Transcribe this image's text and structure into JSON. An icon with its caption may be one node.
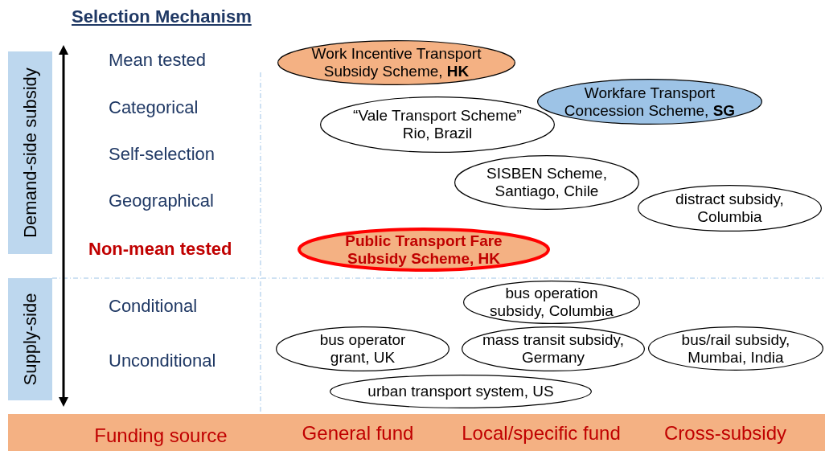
{
  "diagram": {
    "title": "Selection Mechanism",
    "nodes": [
      {
        "text": [
          "Demand-side subsidy"
        ]
      },
      {
        "text": [
          "Supply-side"
        ]
      },
      {
        "text": [
          "Work Incentive Transport Subsidy Scheme, **HK**"
        ]
      },
      {
        "text": [
          "Workfare Transport Concession Scheme, **SG**"
        ]
      },
      {
        "text": [
          "“Vale Transport Scheme” Rio, Brazil"
        ]
      },
      {
        "text": [
          "SISBEN Scheme, Santiago, Chile"
        ]
      },
      {
        "text": [
          "distract subsidy, Columbia"
        ]
      },
      {
        "text": [
          "Public Transport Fare Subsidy Scheme, HK"
        ]
      },
      {
        "text": [
          "bus operation subsidy, Columbia"
        ]
      },
      {
        "text": [
          "bus operator grant, UK"
        ]
      },
      {
        "text": [
          "mass transit subsidy, Germany"
        ]
      },
      {
        "text": [
          "bus/rail subsidy, Mumbai, India"
        ]
      },
      {
        "text": [
          "urban transport system, US"
        ]
      },
      {
        "text": [
          "Funding source",
          "General fund",
          "Local/specific fund",
          "Cross-subsidy"
        ]
      }
    ],
    "edges": [],
    "labels": [
      "Mean tested",
      "Categorical",
      "Self-selection",
      "Geographical",
      "Non-mean tested",
      "Conditional",
      "Unconditional"
    ]
  }
}
